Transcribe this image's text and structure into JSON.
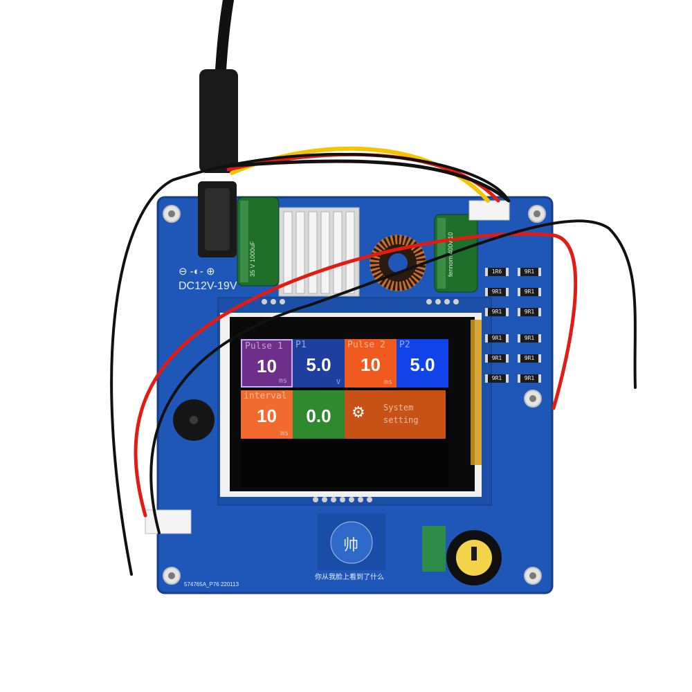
{
  "board": {
    "power_label": "DC12V-19V",
    "polarity_label": "⊖ -◐- ⊕",
    "part_number": "574765A_P76  220113",
    "silk_text": "你从我脸上看到了什么",
    "logo_char": "帅"
  },
  "resistors": [
    "1R6",
    "9R1",
    "9R1",
    "9R1",
    "9R1",
    "9R1",
    "9R1",
    "9R1",
    "9R1",
    "9R1",
    "9R1",
    "9R1"
  ],
  "capacitors": {
    "left_label": "35 V 1000uF",
    "right_label": "fennom 400v 10"
  },
  "screen": {
    "tiles": [
      {
        "title": "Pulse 1",
        "value": "10",
        "unit": "ms",
        "color": "#6e2f8a"
      },
      {
        "title": "P1",
        "value": "5.0",
        "unit": "V",
        "color": "#1f3f9e"
      },
      {
        "title": "Pulse 2",
        "value": "10",
        "unit": "ms",
        "color": "#f05a1e"
      },
      {
        "title": "P2",
        "value": "5.0",
        "unit": "",
        "color": "#1144e8"
      },
      {
        "title": "interval",
        "value": "10",
        "unit": "ms",
        "color": "#f26a2e"
      },
      {
        "title": "",
        "value": "0.0",
        "unit": "",
        "color": "#2f8a2f"
      },
      {
        "title": "System setting",
        "value": "",
        "unit": "",
        "color": "#c85216"
      }
    ],
    "system_setting": {
      "line1": "System",
      "line2": "setting"
    }
  },
  "colors": {
    "pcb": "#1f57b8",
    "pcb_dark": "#17479c",
    "wire_red": "#e11c14",
    "wire_black": "#111111",
    "wire_yellow": "#f5c400",
    "knob": "#f2d34a"
  }
}
